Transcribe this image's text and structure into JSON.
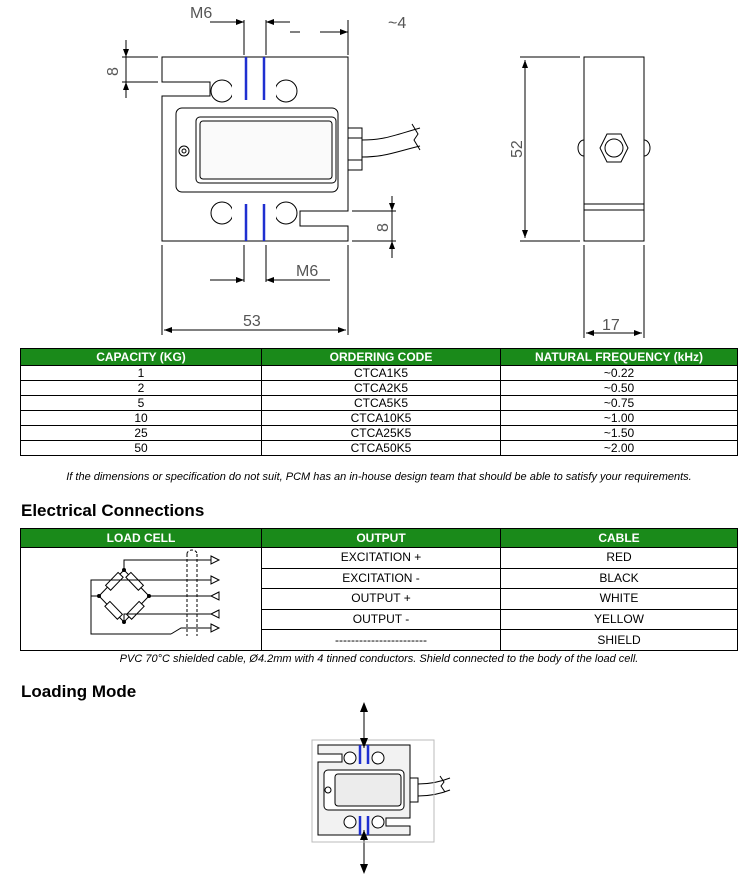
{
  "drawing": {
    "label_m6_top": "M6",
    "label_m6_bottom": "M6",
    "label_approx4": "~4",
    "label_8_top": "8",
    "label_8_bottom": "8",
    "label_53": "53",
    "label_52": "52",
    "label_17": "17"
  },
  "spec_table": {
    "headers": [
      "CAPACITY (KG)",
      "ORDERING CODE",
      "NATURAL FREQUENCY (kHz)"
    ],
    "rows": [
      [
        "1",
        "CTCA1K5",
        "~0.22"
      ],
      [
        "2",
        "CTCA2K5",
        "~0.50"
      ],
      [
        "5",
        "CTCA5K5",
        "~0.75"
      ],
      [
        "10",
        "CTCA10K5",
        "~1.00"
      ],
      [
        "25",
        "CTCA25K5",
        "~1.50"
      ],
      [
        "50",
        "CTCA50K5",
        "~2.00"
      ]
    ]
  },
  "spec_note": "If the dimensions or specification do not suit, PCM has an in-house design team that should be able to satisfy your requirements.",
  "electrical": {
    "title": "Electrical Connections",
    "headers": [
      "LOAD CELL",
      "OUTPUT",
      "CABLE"
    ],
    "rows": [
      [
        "EXCITATION +",
        "RED"
      ],
      [
        "EXCITATION -",
        "BLACK"
      ],
      [
        "OUTPUT +",
        "WHITE"
      ],
      [
        "OUTPUT -",
        "YELLOW"
      ],
      [
        "-----------------------",
        "SHIELD"
      ]
    ],
    "note": "PVC 70°C shielded cable, Ø4.2mm with 4 tinned conductors. Shield connected to the body of the load cell."
  },
  "loading": {
    "title": "Loading Mode"
  },
  "colors": {
    "header_green": "#1a8a1a",
    "thread_blue": "#1f2fd0"
  }
}
